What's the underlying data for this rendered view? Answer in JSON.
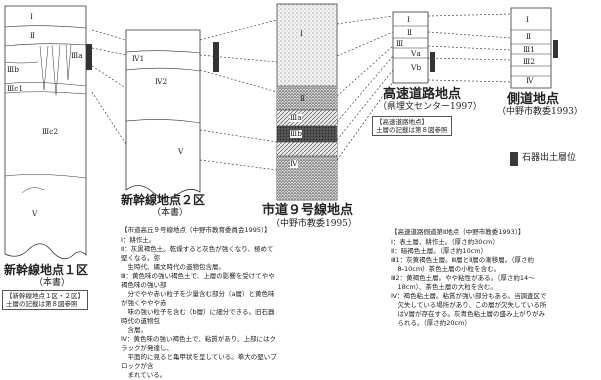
{
  "site_1": {
    "title": "新幹線地点１区",
    "subtitle": "（本書）",
    "layers": [
      "Ⅰ",
      "Ⅱ",
      "Ⅲa",
      "Ⅲb",
      "Ⅲc1",
      "Ⅲc2",
      "Ⅴ"
    ],
    "note_lines": [
      "【新幹線地点１区・２区】",
      "土層の記載は第８図参照"
    ]
  },
  "site_2": {
    "title": "新幹線地点２区",
    "subtitle": "（本書）",
    "layers": [
      "Ⅳ1",
      "Ⅳ2",
      "Ⅴ"
    ]
  },
  "site_3": {
    "title": "市道９号線地点",
    "subtitle": "（中野市教委1995）",
    "layers": [
      "Ⅰ",
      "Ⅱ",
      "Ⅲa",
      "Ⅲb",
      "Ⅳ"
    ],
    "description": {
      "heading": "【市道高丘９号線地点（中野市教育委員会1995）】",
      "lines": [
        "Ⅰ：耕作土。",
        "Ⅱ：灰黒褐色土。乾燥すると灰色が強くなり、極めて堅くなる。弥",
        "　生時代、縄文時代の遺物包含層。",
        "Ⅲ：黄色味の強い褐色土で、上層の影響を受けてやや褐色味の強い部",
        "　分でやや赤い粒子を少量含む部分（a層）と黄色味が強くややや赤",
        "　味の強い粒子を含む（b層）に細分できる。旧石器時代の遺物包",
        "　含層。",
        "Ⅳ：黄色味の強い褐色土で、粘質があり、上部にはクラックが発達し、",
        "　平面的に見ると亀甲状を呈している。拳大の堅いブロックが含",
        "　まれている。"
      ]
    }
  },
  "site_4": {
    "title": "高速道路地点",
    "subtitle": "（県埋文センター1997）",
    "layers": [
      "Ⅰ",
      "Ⅱ",
      "Ⅲ",
      "Ⅴa",
      "Ⅴb"
    ],
    "note_lines": [
      "【高速道路地点】",
      "土層の記載は第８図参照"
    ],
    "description": {
      "heading": "【高速道路側道第Ⅱ地点（中野市教委1993）】",
      "lines": [
        "Ⅰ：表土層、耕作土。（厚さ約30cm）",
        "Ⅱ：暗褐色土層。（厚さ約10cm）",
        "Ⅲ1：灰黄褐色土層。Ⅲ層とⅡ層の漸移層。（厚さ約",
        "　8-10cm）茶色土層の小粒を含む。",
        "Ⅲ2：黄褐色土層。やや粘性がある。（厚さ約14～",
        "　18cm）、茶色土層の大粒を含む。",
        "Ⅳ：褐色粘土層。粘質が強い部分もある。当調査区で",
        "　欠失している場所があり、この層が欠失している所",
        "　はⅤ層が存在する。灰青色粘土層の盛み上がりがみ",
        "　られる。（厚さ約20cm）"
      ]
    }
  },
  "site_5": {
    "title": "側道地点",
    "subtitle": "（中野市教委1993）",
    "layers": [
      "Ⅰ",
      "Ⅱ",
      "Ⅲ1",
      "Ⅲ2",
      "Ⅳ"
    ]
  },
  "legend": {
    "label": "石器出土層位",
    "color": "#3a3a3a"
  }
}
